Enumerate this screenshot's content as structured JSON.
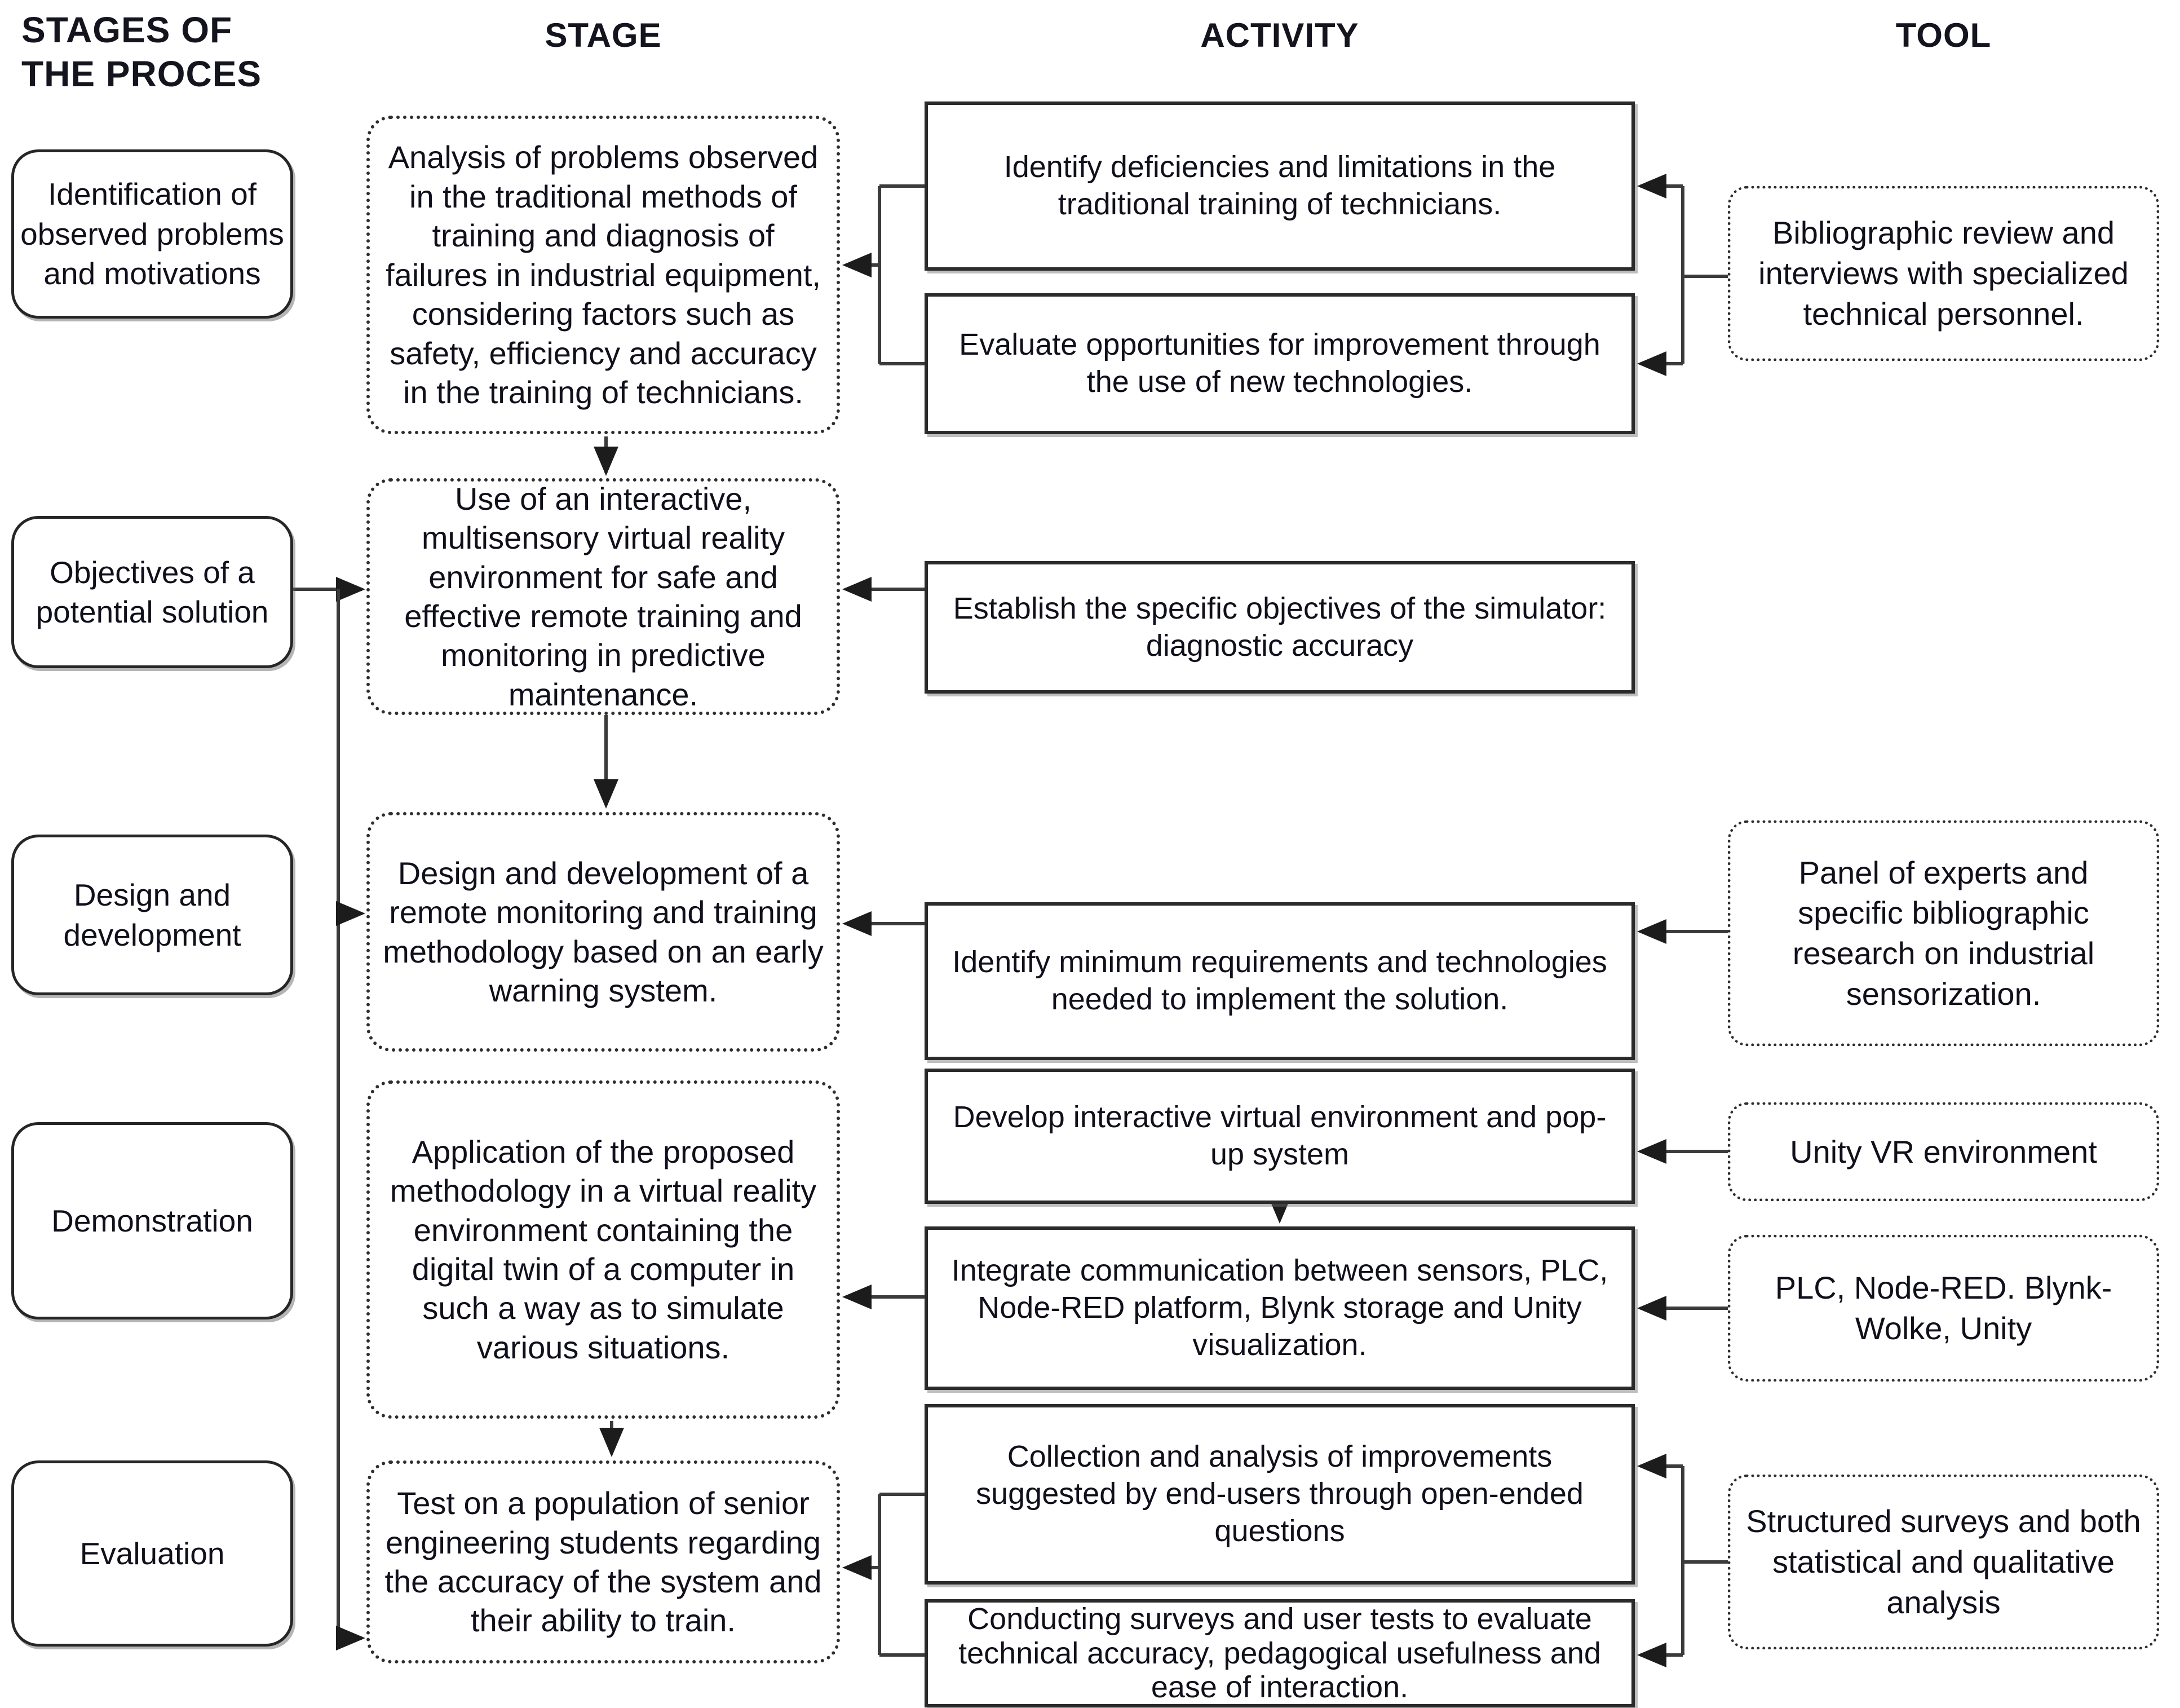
{
  "title_block": {
    "line1": "STAGES OF",
    "line2": "THE PROCES"
  },
  "column_headers": {
    "stage": "STAGE",
    "activity": "ACTIVITY",
    "tool": "TOOL"
  },
  "process_stages": [
    "Identification of observed problems and motivations",
    "Objectives of a potential solution",
    "Design and development",
    "Demonstration",
    "Evaluation"
  ],
  "stage_boxes": [
    "Analysis of problems observed in the traditional methods of training and diagnosis of failures in industrial equipment, considering factors such as safety, efficiency and accuracy in the training of technicians.",
    "Use of an interactive, multisensory virtual reality environment for safe and effective remote training and monitoring in predictive maintenance.",
    "Design and development of a remote monitoring and training methodology based on an early warning system.",
    "Application of the proposed methodology in a virtual reality environment containing the digital twin of a computer in such a way as to simulate various situations.",
    "Test on a population of senior engineering students regarding the accuracy of the system and their ability to train."
  ],
  "activity_boxes": [
    "Identify deficiencies and limitations in the traditional training of technicians.",
    "Evaluate opportunities for improvement through the use of new technologies.",
    "Establish the specific objectives of the simulator: diagnostic accuracy",
    "Identify minimum requirements and technologies needed to implement the solution.",
    "Develop interactive virtual environment and pop-up system",
    "Integrate communication between sensors, PLC, Node-RED platform, Blynk storage and Unity visualization.",
    "Collection and analysis of improvements suggested by end-users through open-ended questions",
    "Conducting surveys and user tests to evaluate technical accuracy, pedagogical usefulness and ease of interaction."
  ],
  "tool_boxes": [
    "Bibliographic review and interviews with specialized technical personnel.",
    "Panel of experts and specific bibliographic research on industrial sensorization.",
    "Unity VR environment",
    "PLC, Node-RED. Blynk-Wolke, Unity",
    "Structured surveys and both statistical and qualitative analysis"
  ],
  "colors": {
    "ink": "#14141f",
    "connector": "#3b3b3b",
    "arrowhead": "#1c1c1c",
    "box_border": "#2b2b2b"
  }
}
